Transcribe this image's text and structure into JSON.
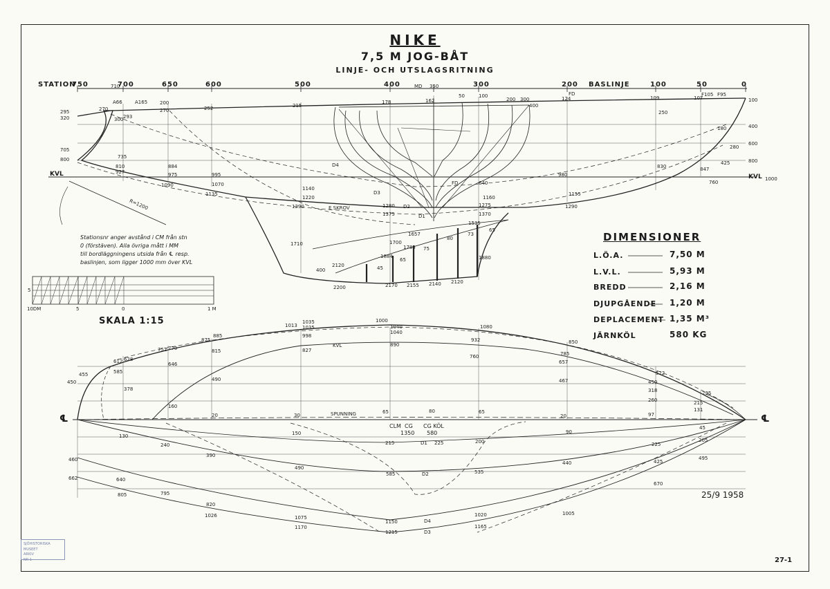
{
  "title": "NIKE",
  "subtitle": "7,5 M JOG-BÅT",
  "subtitle2": "LINJE- OCH UTSLAGSRITNING",
  "station_label": "STATION",
  "baslinje_label": "BASLINJE",
  "stations": [
    "750",
    "710",
    "700",
    "650",
    "600",
    "500",
    "400",
    "MD",
    "350",
    "300",
    "200",
    "FD",
    "100",
    "50",
    "F105",
    "F95",
    "0"
  ],
  "profile_labels": [
    "295",
    "320",
    "705",
    "800",
    "270",
    "293",
    "300",
    "A66",
    "A165",
    "735",
    "810",
    "927",
    "200",
    "270",
    "252",
    "215",
    "884",
    "975",
    "995",
    "1070",
    "1090",
    "1135",
    "1140",
    "1220",
    "1290",
    "1710",
    "2120",
    "2200",
    "400",
    "178",
    "162",
    "50",
    "100",
    "200",
    "300",
    "400",
    "124",
    "109",
    "250",
    "107",
    "100",
    "180",
    "400",
    "280",
    "600",
    "425",
    "800",
    "847",
    "830",
    "980",
    "1155",
    "1290",
    "1370",
    "1275",
    "1160",
    "640",
    "FD",
    "D1",
    "D2",
    "D3",
    "D4",
    "E SKROV",
    "1280",
    "1375",
    "1535",
    "1657",
    "1700",
    "1785",
    "1880",
    "1884",
    "2170",
    "2155",
    "2140",
    "2120",
    "45",
    "65",
    "75",
    "80",
    "73",
    "65",
    "760",
    "1000",
    "KVL",
    "R=1200"
  ],
  "note_lines": [
    "Stationsnr anger avstånd i CM från stn",
    "0 (förstäven). Alla övriga mått i MM",
    "till bordläggningens utsida från ℄ resp.",
    "baslinjen, som ligger 1000 mm över KVL"
  ],
  "scale_labels": [
    "10DM",
    "5",
    "0",
    "1 M",
    "5"
  ],
  "scale_text": "SKALA 1:15",
  "dimensions_header": "DIMENSIONER",
  "dimensions": [
    {
      "label": "L.Ö.A.",
      "value": "7,50 M"
    },
    {
      "label": "L.V.L.",
      "value": "5,93 M"
    },
    {
      "label": "BREDD",
      "value": "2,16 M"
    },
    {
      "label": "DJUPGÅENDE",
      "value": "1,20 M"
    },
    {
      "label": "DEPLACEMENT",
      "value": "1,35 M³"
    },
    {
      "label": "JÄRNKÖL",
      "value": "580 KG"
    }
  ],
  "plan_labels": [
    "1013",
    "1035",
    "1035",
    "1040",
    "1000",
    "1080",
    "998",
    "1040",
    "932",
    "890",
    "827",
    "760",
    "885",
    "875",
    "815",
    "752",
    "770",
    "646",
    "612",
    "628",
    "585",
    "455",
    "450",
    "378",
    "490",
    "160",
    "20",
    "30",
    "65",
    "80",
    "65",
    "20",
    "SPUNNING",
    "KVL",
    "850",
    "785",
    "657",
    "467",
    "522",
    "450",
    "318",
    "260",
    "97",
    "295",
    "215",
    "131",
    "CLM",
    "CG",
    "CG KÖL",
    "1350",
    "580",
    "130",
    "150",
    "215",
    "225",
    "200",
    "90",
    "45",
    "240",
    "390",
    "225",
    "205",
    "460",
    "490",
    "585",
    "535",
    "440",
    "425",
    "495",
    "662",
    "640",
    "805",
    "795",
    "820",
    "1026",
    "1075",
    "1150",
    "1020",
    "1005",
    "1170",
    "1215",
    "1165",
    "D1",
    "D2",
    "D4",
    "D3",
    "670",
    "℄",
    "℄"
  ],
  "date": "25/9 1958",
  "sheet_no": "27-1",
  "stamp": [
    "SJÖHISTORISKA MUSEET",
    "ARKIV",
    "NR 1"
  ],
  "colors": {
    "ink": "#1b1b1b",
    "paper": "#fbfbf6",
    "stamp": "#7480a8"
  }
}
